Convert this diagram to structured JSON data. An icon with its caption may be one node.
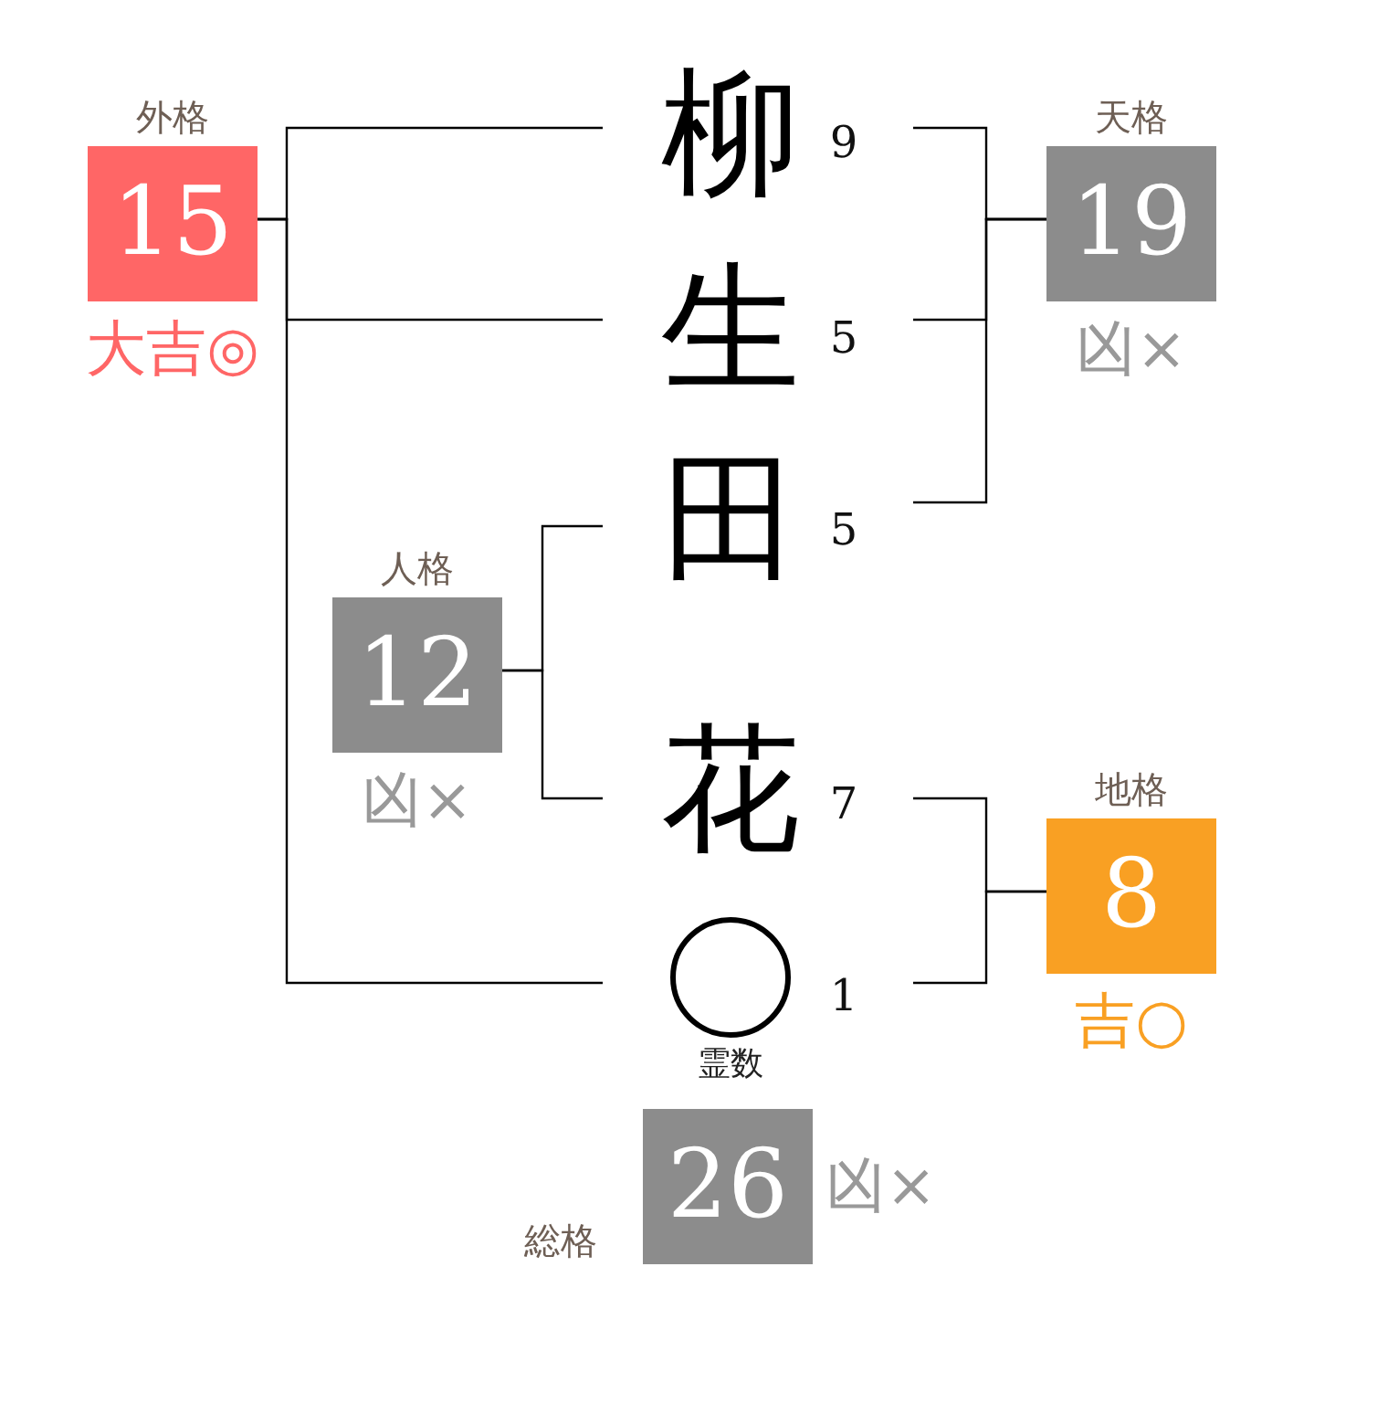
{
  "diagram": {
    "nodes": [
      {
        "text": [
          "外格",
          "15"
        ],
        "beside": [
          "大吉◎"
        ]
      },
      {
        "text": [
          "柳"
        ],
        "beside": [
          "9"
        ]
      },
      {
        "text": [
          "天格",
          "19"
        ],
        "beside": [
          "凶×"
        ]
      },
      {
        "text": [
          "生"
        ],
        "beside": [
          "5"
        ]
      },
      {
        "text": [
          "田"
        ],
        "beside": [
          "5"
        ]
      },
      {
        "text": [
          "人格",
          "12"
        ],
        "beside": [
          "凶×"
        ]
      },
      {
        "text": [
          "花"
        ],
        "beside": [
          "7"
        ]
      },
      {
        "text": [
          "地格",
          "8"
        ],
        "beside": [
          "吉○"
        ]
      },
      {
        "text": [],
        "shape": "circle",
        "beside": [
          "1",
          "霊数"
        ]
      },
      {
        "text": [
          "総格",
          "26"
        ],
        "beside": [
          "凶×"
        ]
      }
    ],
    "edges": [
      {
        "from": 1,
        "to": 0,
        "arrow": "none"
      },
      {
        "from": 3,
        "to": 0,
        "arrow": "none"
      },
      {
        "from": 8,
        "to": 0,
        "arrow": "none"
      },
      {
        "from": 1,
        "to": 2,
        "arrow": "none"
      },
      {
        "from": 3,
        "to": 2,
        "arrow": "none"
      },
      {
        "from": 4,
        "to": 2,
        "arrow": "none"
      },
      {
        "from": 4,
        "to": 5,
        "arrow": "none"
      },
      {
        "from": 6,
        "to": 5,
        "arrow": "none"
      },
      {
        "from": 6,
        "to": 7,
        "arrow": "none"
      },
      {
        "from": 8,
        "to": 7,
        "arrow": "none"
      }
    ]
  }
}
